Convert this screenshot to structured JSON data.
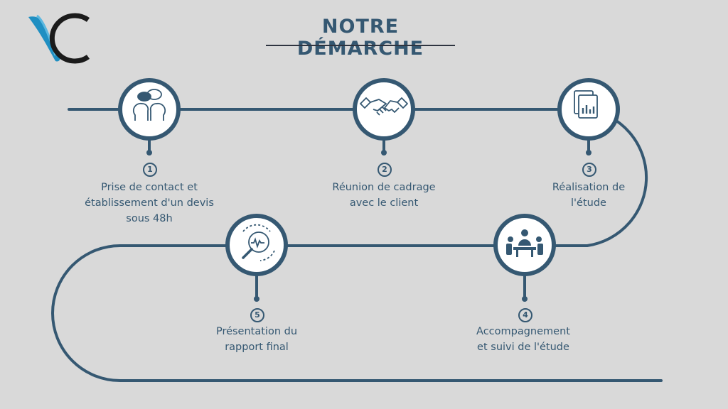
{
  "title": "NOTRE DÉMARCHE",
  "colors": {
    "primary": "#355872",
    "background": "#d9d9d9",
    "accent_logo": "#1f8fc2"
  },
  "logo": {
    "name": "vc-logo"
  },
  "steps": [
    {
      "number": "1",
      "line1": "Prise de contact et",
      "line2": "établissement d'un devis",
      "line3": "sous 48h",
      "icon": "discussion-heads-icon"
    },
    {
      "number": "2",
      "line1": "Réunion de cadrage",
      "line2": "avec le client",
      "icon": "handshake-icon"
    },
    {
      "number": "3",
      "line1": "Réalisation de",
      "line2": "l'étude",
      "icon": "documents-chart-icon"
    },
    {
      "number": "4",
      "line1": "Accompagnement",
      "line2": "et suivi de l'étude",
      "icon": "meeting-table-icon"
    },
    {
      "number": "5",
      "line1": "Présentation du",
      "line2": "rapport final",
      "icon": "magnifier-analysis-icon"
    }
  ]
}
